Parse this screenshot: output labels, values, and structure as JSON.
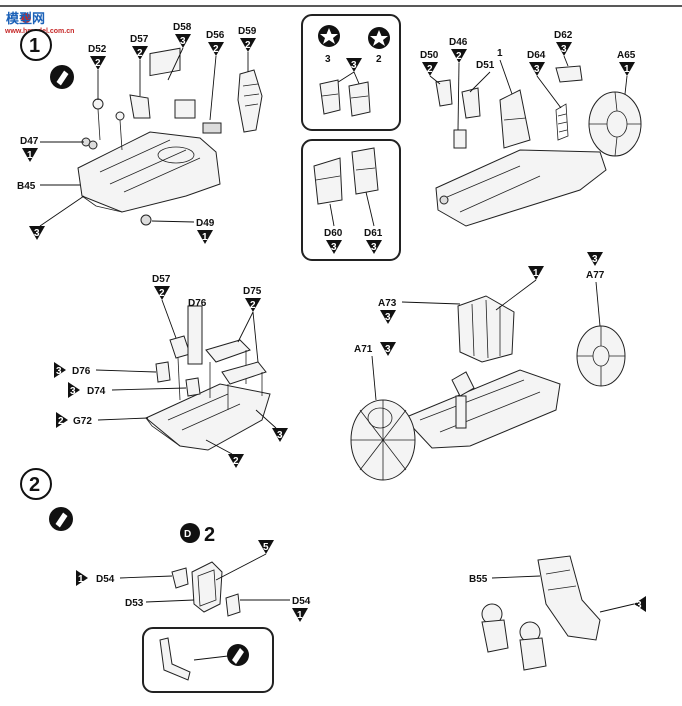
{
  "watermark": {
    "main": "模型网",
    "sub": "www.hmodel.com.cn",
    "accent": "#1b61b8",
    "accent2": "#c62828"
  },
  "steps": [
    {
      "label": "1"
    },
    {
      "label": "2"
    }
  ],
  "step2_subassembly": {
    "label": "2"
  },
  "callouts": {
    "D52": {
      "code": "D52",
      "n": "2"
    },
    "D57a": {
      "code": "D57",
      "n": "2"
    },
    "D58": {
      "code": "D58",
      "n": "3"
    },
    "D56": {
      "code": "D56",
      "n": "2"
    },
    "D59": {
      "code": "D59",
      "n": "2"
    },
    "D47": {
      "code": "D47",
      "n": "1"
    },
    "B45": {
      "code": "B45",
      "n": "3"
    },
    "D49": {
      "code": "D49",
      "n": "1"
    },
    "D60": {
      "code": "D60",
      "n": "3"
    },
    "D61": {
      "code": "D61",
      "n": "3"
    },
    "D50": {
      "code": "D50",
      "n": "2"
    },
    "D46": {
      "code": "D46",
      "n": "2"
    },
    "D51": {
      "code": "D51",
      "n": "1"
    },
    "D64": {
      "code": "D64",
      "n": "3"
    },
    "D62": {
      "code": "D62",
      "n": "3"
    },
    "A65": {
      "code": "A65",
      "n": "1"
    },
    "D57b": {
      "code": "D57",
      "n": "2"
    },
    "D76a": {
      "code": "D76",
      "n": ""
    },
    "D75": {
      "code": "D75",
      "n": "2"
    },
    "D76b": {
      "code": "D76",
      "n": "3"
    },
    "D74": {
      "code": "D74",
      "n": "3"
    },
    "G72": {
      "code": "G72",
      "n": "2"
    },
    "A73": {
      "code": "A73",
      "n": "3"
    },
    "A77": {
      "code": "A77",
      "n": "3"
    },
    "A71": {
      "code": "A71",
      "n": "3"
    },
    "D54a": {
      "code": "D54",
      "n": "1"
    },
    "D53": {
      "code": "D53",
      "n": ""
    },
    "D54b": {
      "code": "D54",
      "n": "1"
    },
    "B55": {
      "code": "B55",
      "n": "3"
    }
  },
  "markers": {
    "m1": "1",
    "m3": "3",
    "m2": "2",
    "m1b": "1",
    "sc3": "3",
    "sc2": "2",
    "c3a": "3",
    "c2a": "2",
    "c1a": "1",
    "c5": "5"
  },
  "insets": {
    "left_num": "3",
    "right_num": "2"
  }
}
